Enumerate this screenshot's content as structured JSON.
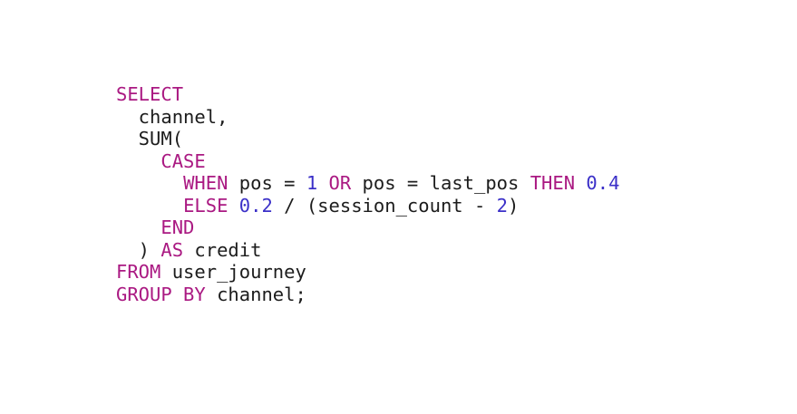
{
  "page": {
    "background": "#ffffff"
  },
  "colors": {
    "keyword": "#aa1982",
    "number": "#3b30c8",
    "plain": "#1c1c1c"
  },
  "code": {
    "language": "sql",
    "lines": [
      {
        "tokens": [
          {
            "t": "keyword",
            "v": "SELECT"
          }
        ]
      },
      {
        "tokens": [
          {
            "t": "plain",
            "v": "  channel,"
          }
        ]
      },
      {
        "tokens": [
          {
            "t": "plain",
            "v": "  SUM("
          }
        ]
      },
      {
        "tokens": [
          {
            "t": "plain",
            "v": "    "
          },
          {
            "t": "keyword",
            "v": "CASE"
          }
        ]
      },
      {
        "tokens": [
          {
            "t": "plain",
            "v": "      "
          },
          {
            "t": "keyword",
            "v": "WHEN"
          },
          {
            "t": "plain",
            "v": " pos = "
          },
          {
            "t": "number",
            "v": "1"
          },
          {
            "t": "plain",
            "v": " "
          },
          {
            "t": "keyword",
            "v": "OR"
          },
          {
            "t": "plain",
            "v": " pos = last_pos "
          },
          {
            "t": "keyword",
            "v": "THEN"
          },
          {
            "t": "plain",
            "v": " "
          },
          {
            "t": "number",
            "v": "0.4"
          }
        ]
      },
      {
        "tokens": [
          {
            "t": "plain",
            "v": "      "
          },
          {
            "t": "keyword",
            "v": "ELSE"
          },
          {
            "t": "plain",
            "v": " "
          },
          {
            "t": "number",
            "v": "0.2"
          },
          {
            "t": "plain",
            "v": " / (session_count - "
          },
          {
            "t": "number",
            "v": "2"
          },
          {
            "t": "plain",
            "v": ")"
          }
        ]
      },
      {
        "tokens": [
          {
            "t": "plain",
            "v": "    "
          },
          {
            "t": "keyword",
            "v": "END"
          }
        ]
      },
      {
        "tokens": [
          {
            "t": "plain",
            "v": "  ) "
          },
          {
            "t": "keyword",
            "v": "AS"
          },
          {
            "t": "plain",
            "v": " credit"
          }
        ]
      },
      {
        "tokens": [
          {
            "t": "keyword",
            "v": "FROM"
          },
          {
            "t": "plain",
            "v": " user_journey"
          }
        ]
      },
      {
        "tokens": [
          {
            "t": "keyword",
            "v": "GROUP BY"
          },
          {
            "t": "plain",
            "v": " channel;"
          }
        ]
      }
    ]
  }
}
